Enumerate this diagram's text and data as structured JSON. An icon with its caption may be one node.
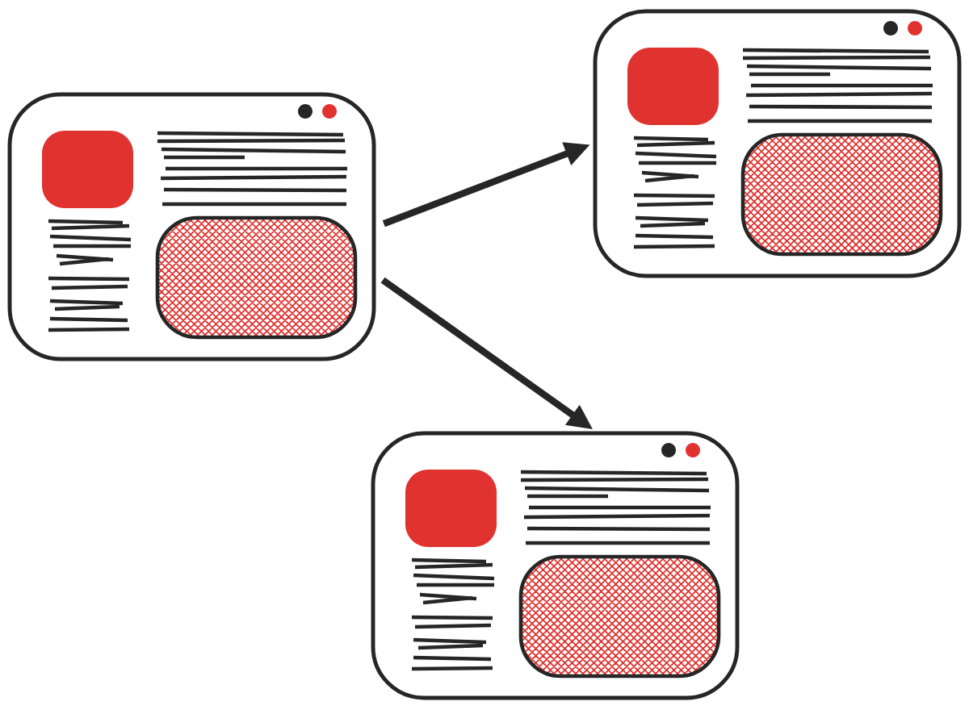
{
  "diagram": {
    "nodes": [
      {
        "text": [],
        "shape": "picture"
      },
      {
        "text": [],
        "shape": "picture"
      },
      {
        "text": [],
        "shape": "picture"
      }
    ],
    "edges": [
      {
        "from": 0,
        "to": 1,
        "arrow": "to"
      },
      {
        "from": 0,
        "to": 2,
        "arrow": "to"
      }
    ]
  }
}
